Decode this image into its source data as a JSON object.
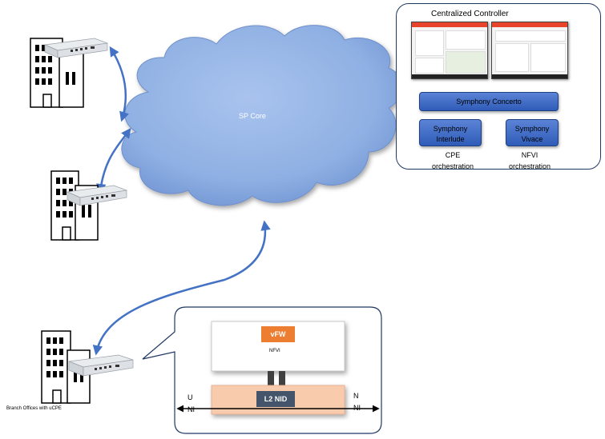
{
  "cloud": {
    "label": "SP Core"
  },
  "controller": {
    "title": "Centralized Controller",
    "concerto_label": "Symphony Concerto",
    "interlude_label": "Symphony Interlude",
    "vivace_label": "Symphony Vivace",
    "cpe_caption": "CPE orchestration",
    "nfvi_caption": "NFVI orchestration"
  },
  "branch": {
    "caption": "Branch Offices with uCPE"
  },
  "detail": {
    "vfw_label": "vFW",
    "nfvi_label": "NFVI",
    "nid_label": "L2 NID",
    "uni_label_top": "U",
    "uni_label_bottom": "NI",
    "nni_label_top": "N",
    "nni_label_bottom": "NI"
  },
  "colors": {
    "cloud_fill": "#8fb0e3",
    "link": "#4472c4",
    "vfw": "#ed7d31",
    "nid_band": "#f8cbad",
    "nid_box": "#44546a",
    "button": "#4a74cc"
  }
}
